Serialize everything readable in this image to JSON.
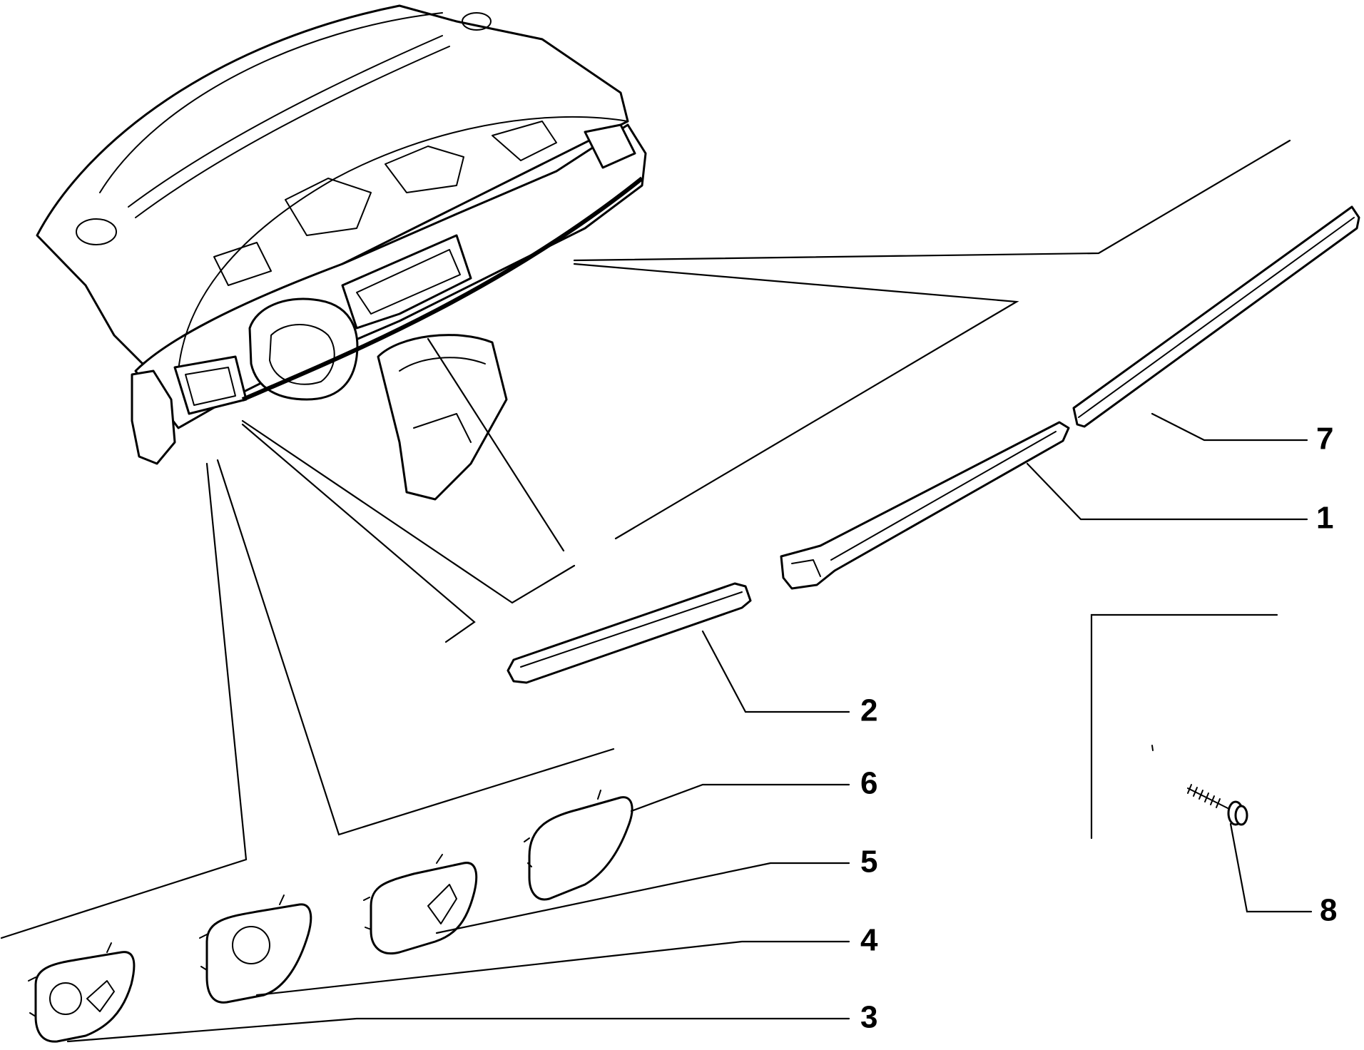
{
  "diagram": {
    "colors": {
      "line": "#000000",
      "background": "#ffffff"
    },
    "callouts": [
      {
        "id": "1",
        "label": "1"
      },
      {
        "id": "2",
        "label": "2"
      },
      {
        "id": "3",
        "label": "3"
      },
      {
        "id": "4",
        "label": "4"
      },
      {
        "id": "5",
        "label": "5"
      },
      {
        "id": "6",
        "label": "6"
      },
      {
        "id": "7",
        "label": "7"
      },
      {
        "id": "8",
        "label": "8"
      }
    ]
  }
}
